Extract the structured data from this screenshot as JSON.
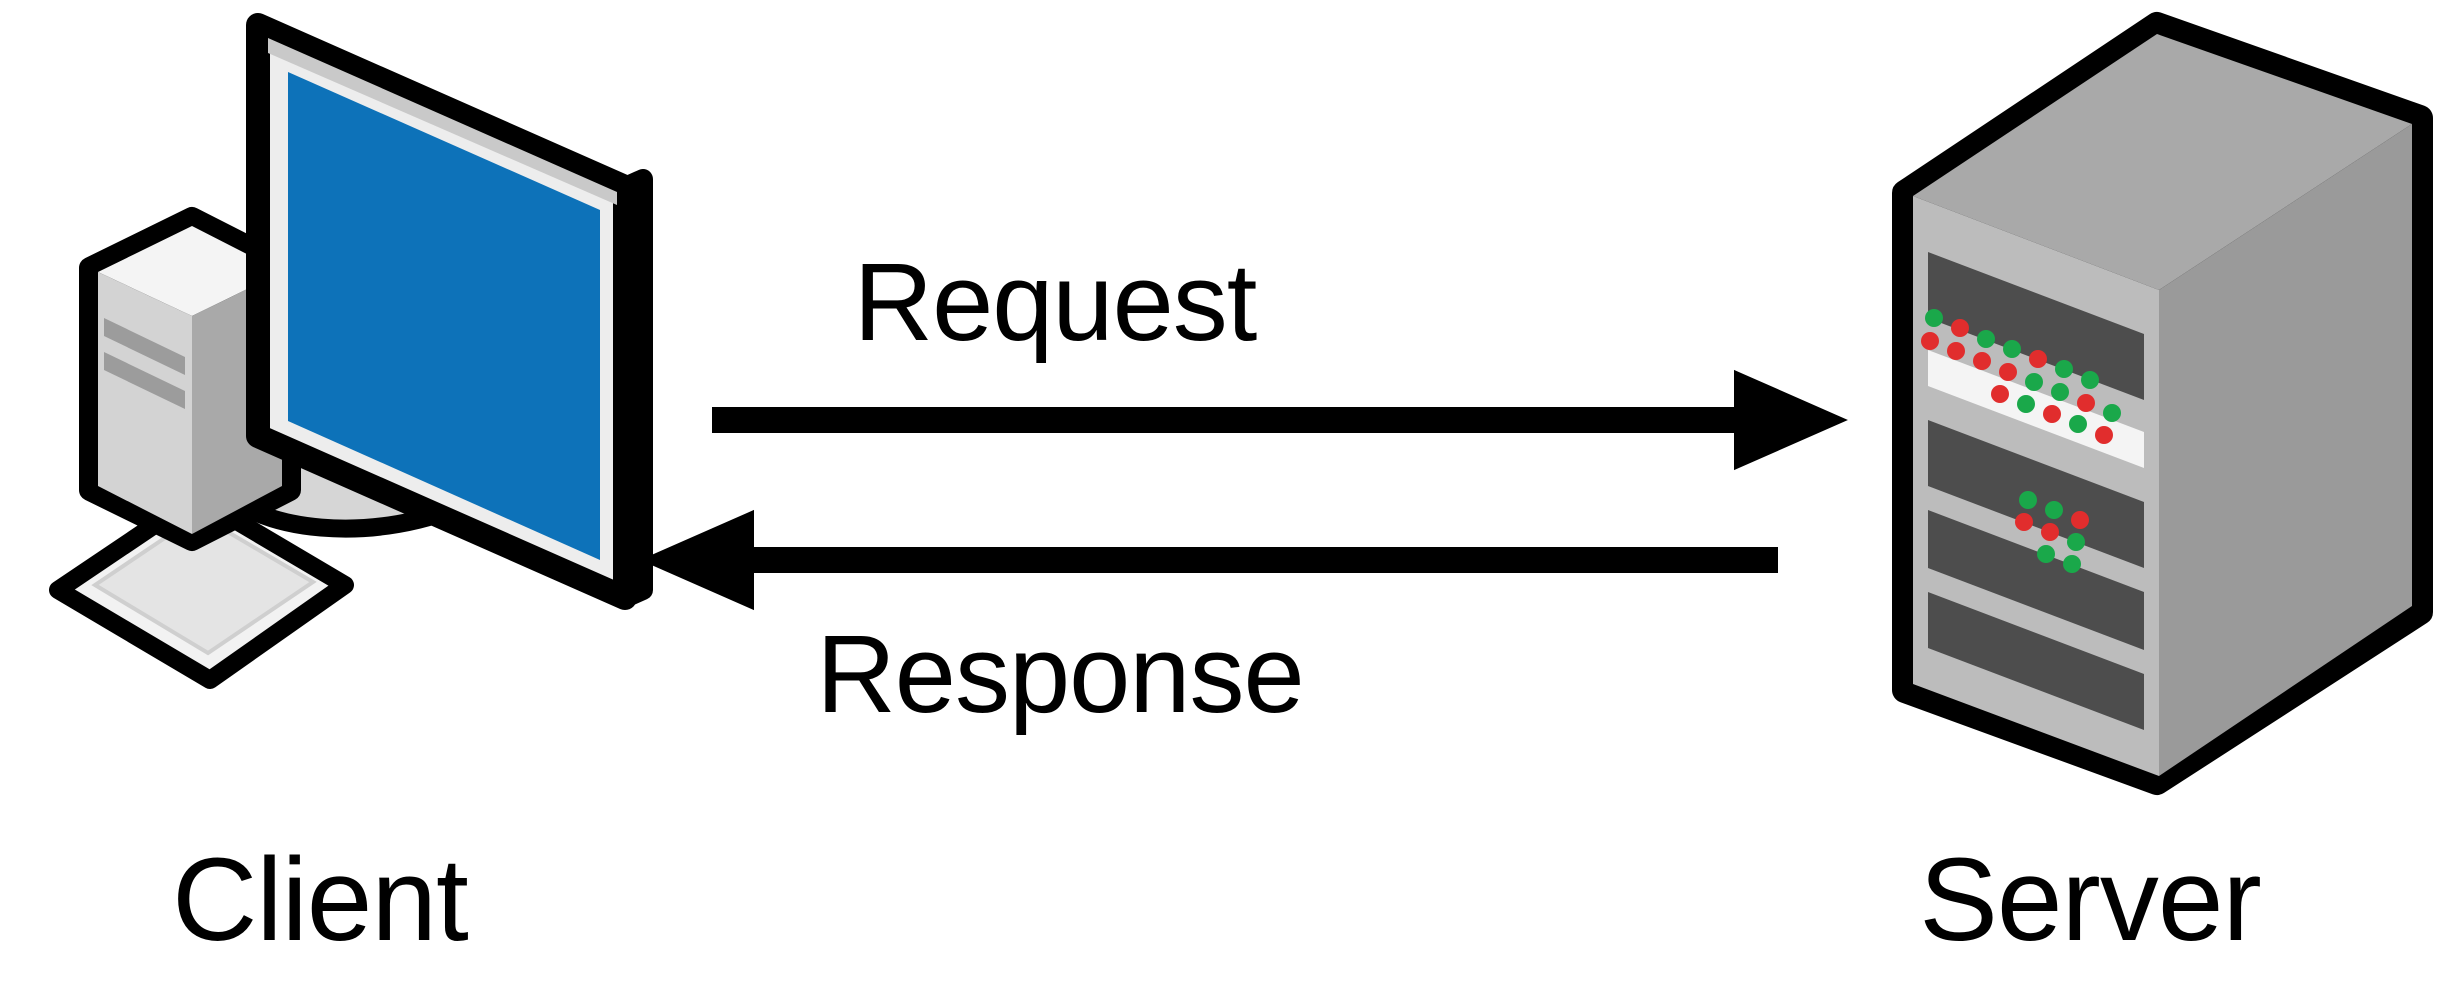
{
  "diagram": {
    "type": "client-server-request-response",
    "background_color": "#ffffff",
    "stroke_color": "#000000",
    "nodes": [
      {
        "id": "client",
        "label": "Client",
        "icon": "desktop-computer-icon",
        "position": "left",
        "colors": {
          "screen": "#0d72b9",
          "bezel_front": "#ededed",
          "bezel_side": "#c9c9c9",
          "tower_front": "#d2d2d2",
          "tower_top": "#f2f2f2",
          "tower_side": "#a8a8a8",
          "keyboard_top": "#f0f0f0",
          "keyboard_inner": "#e2e2e2",
          "stand_base": "#d4d4d4",
          "outline": "#000000"
        }
      },
      {
        "id": "server",
        "label": "Server",
        "icon": "server-tower-icon",
        "position": "right",
        "colors": {
          "front_panel": "#b8b8b8",
          "side_panel": "#9b9b9b",
          "top_panel": "#a9a9a9",
          "bay_slot": "#4d4d4d",
          "drive_highlight": "#f4f4f4",
          "led_green": "#1aa84a",
          "led_red": "#e12d2d",
          "outline": "#000000"
        },
        "bays": 6,
        "led_clusters": [
          {
            "name": "upper-led-cluster",
            "count": 18
          },
          {
            "name": "lower-led-cluster",
            "count": 8
          }
        ]
      }
    ],
    "edges": [
      {
        "id": "request",
        "label": "Request",
        "from": "client",
        "to": "server",
        "direction": "right",
        "arrowhead": "filled-triangle",
        "label_position": "above"
      },
      {
        "id": "response",
        "label": "Response",
        "from": "server",
        "to": "client",
        "direction": "left",
        "arrowhead": "filled-triangle",
        "label_position": "below"
      }
    ]
  }
}
